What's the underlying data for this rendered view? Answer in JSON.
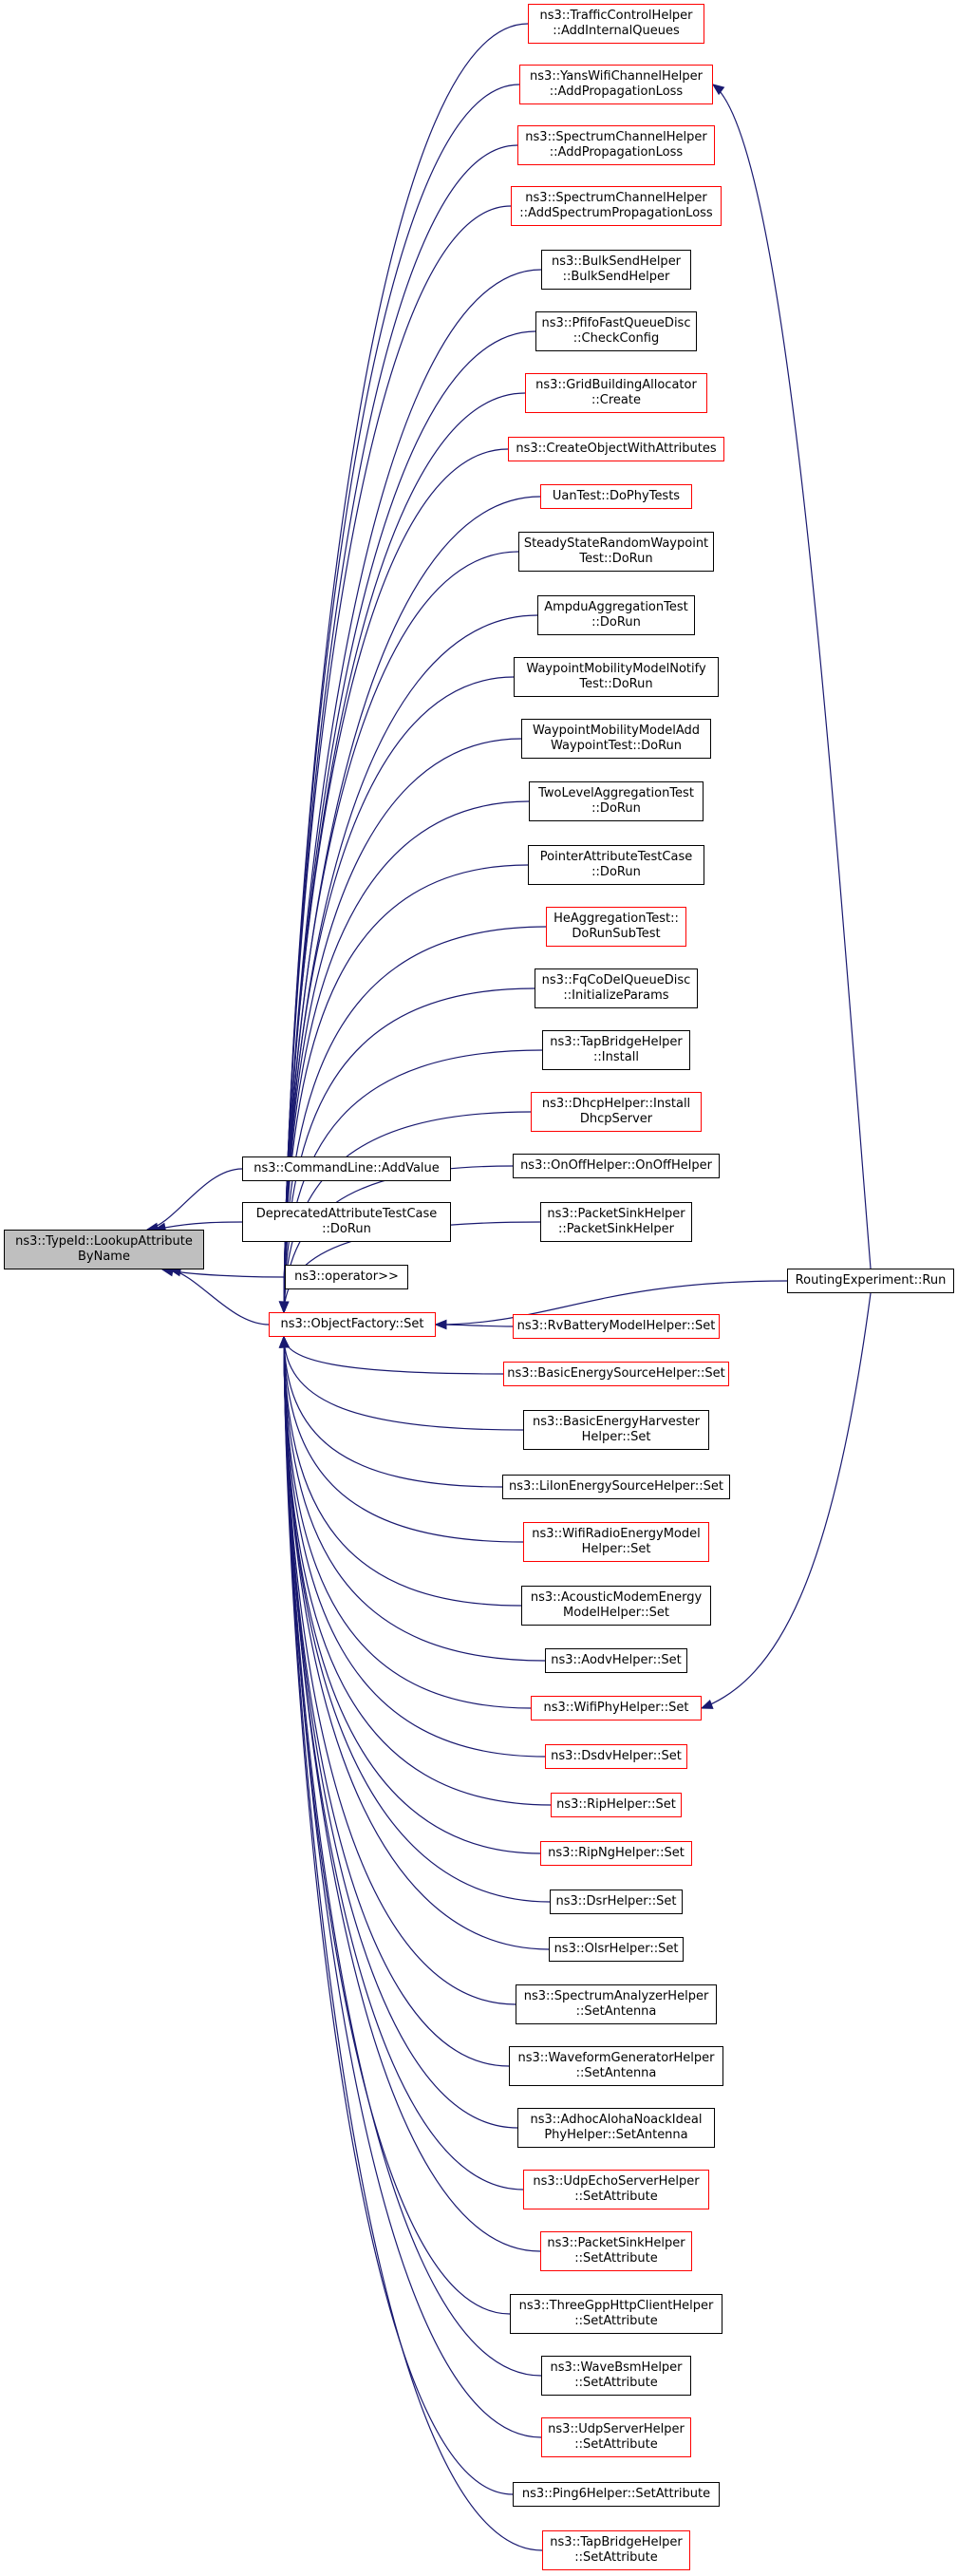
{
  "diagram": {
    "edge_color": "#191970",
    "red_border_color": "#ff0000",
    "focus_fill": "#bfbfbf",
    "focus": {
      "id": "focus",
      "label": "ns3::TypeId::LookupAttribute\nByName"
    },
    "nodes": [
      {
        "id": "tch",
        "label": "ns3::TrafficControlHelper\n::AddInternalQueues",
        "red": true
      },
      {
        "id": "yans",
        "label": "ns3::YansWifiChannelHelper\n::AddPropagationLoss",
        "red": true
      },
      {
        "id": "spch1",
        "label": "ns3::SpectrumChannelHelper\n::AddPropagationLoss",
        "red": true
      },
      {
        "id": "spch2",
        "label": "ns3::SpectrumChannelHelper\n::AddSpectrumPropagationLoss",
        "red": true
      },
      {
        "id": "bulk",
        "label": "ns3::BulkSendHelper\n::BulkSendHelper",
        "red": false
      },
      {
        "id": "pfifo",
        "label": "ns3::PfifoFastQueueDisc\n::CheckConfig",
        "red": false
      },
      {
        "id": "grid",
        "label": "ns3::GridBuildingAllocator\n::Create",
        "red": true
      },
      {
        "id": "cowa",
        "label": "ns3::CreateObjectWithAttributes",
        "red": true
      },
      {
        "id": "uan",
        "label": "UanTest::DoPhyTests",
        "red": true
      },
      {
        "id": "ssrw",
        "label": "SteadyStateRandomWaypoint\nTest::DoRun",
        "red": false
      },
      {
        "id": "ampdu",
        "label": "AmpduAggregationTest\n::DoRun",
        "red": false
      },
      {
        "id": "wmmn",
        "label": "WaypointMobilityModelNotify\nTest::DoRun",
        "red": false
      },
      {
        "id": "wmma",
        "label": "WaypointMobilityModelAdd\nWaypointTest::DoRun",
        "red": false
      },
      {
        "id": "twolevel",
        "label": "TwoLevelAggregationTest\n::DoRun",
        "red": false
      },
      {
        "id": "pointer",
        "label": "PointerAttributeTestCase\n::DoRun",
        "red": false
      },
      {
        "id": "heagg",
        "label": "HeAggregationTest::\nDoRunSubTest",
        "red": true
      },
      {
        "id": "fqcodel",
        "label": "ns3::FqCoDelQueueDisc\n::InitializeParams",
        "red": false
      },
      {
        "id": "tapinst",
        "label": "ns3::TapBridgeHelper\n::Install",
        "red": false
      },
      {
        "id": "dhcp",
        "label": "ns3::DhcpHelper::Install\nDhcpServer",
        "red": true
      },
      {
        "id": "onoff",
        "label": "ns3::OnOffHelper::OnOffHelper",
        "red": false
      },
      {
        "id": "pktsinkh",
        "label": "ns3::PacketSinkHelper\n::PacketSinkHelper",
        "red": false
      },
      {
        "id": "cmdline",
        "label": "ns3::CommandLine::AddValue",
        "red": false
      },
      {
        "id": "deprec",
        "label": "DeprecatedAttributeTestCase\n::DoRun",
        "red": false
      },
      {
        "id": "operator",
        "label": "ns3::operator>>",
        "red": false
      },
      {
        "id": "ofset",
        "label": "ns3::ObjectFactory::Set",
        "red": true
      },
      {
        "id": "routing",
        "label": "RoutingExperiment::Run",
        "red": false
      },
      {
        "id": "rvbat",
        "label": "ns3::RvBatteryModelHelper::Set",
        "red": true
      },
      {
        "id": "basicsrc",
        "label": "ns3::BasicEnergySourceHelper::Set",
        "red": true
      },
      {
        "id": "basicharv",
        "label": "ns3::BasicEnergyHarvester\nHelper::Set",
        "red": false
      },
      {
        "id": "liion",
        "label": "ns3::LiIonEnergySourceHelper::Set",
        "red": false
      },
      {
        "id": "wifiradio",
        "label": "ns3::WifiRadioEnergyModel\nHelper::Set",
        "red": true
      },
      {
        "id": "acoustic",
        "label": "ns3::AcousticModemEnergy\nModelHelper::Set",
        "red": false
      },
      {
        "id": "aodv",
        "label": "ns3::AodvHelper::Set",
        "red": false
      },
      {
        "id": "wifiphy",
        "label": "ns3::WifiPhyHelper::Set",
        "red": true
      },
      {
        "id": "dsdv",
        "label": "ns3::DsdvHelper::Set",
        "red": true
      },
      {
        "id": "rip",
        "label": "ns3::RipHelper::Set",
        "red": true
      },
      {
        "id": "ripng",
        "label": "ns3::RipNgHelper::Set",
        "red": true
      },
      {
        "id": "dsr",
        "label": "ns3::DsrHelper::Set",
        "red": false
      },
      {
        "id": "olsr",
        "label": "ns3::OlsrHelper::Set",
        "red": false
      },
      {
        "id": "specana",
        "label": "ns3::SpectrumAnalyzerHelper\n::SetAntenna",
        "red": false
      },
      {
        "id": "wavegen",
        "label": "ns3::WaveformGeneratorHelper\n::SetAntenna",
        "red": false
      },
      {
        "id": "adhoc",
        "label": "ns3::AdhocAlohaNoackIdeal\nPhyHelper::SetAntenna",
        "red": false
      },
      {
        "id": "udpecho",
        "label": "ns3::UdpEchoServerHelper\n::SetAttribute",
        "red": true
      },
      {
        "id": "pktsinkattr",
        "label": "ns3::PacketSinkHelper\n::SetAttribute",
        "red": true
      },
      {
        "id": "threegpp",
        "label": "ns3::ThreeGppHttpClientHelper\n::SetAttribute",
        "red": false
      },
      {
        "id": "wavebsm",
        "label": "ns3::WaveBsmHelper\n::SetAttribute",
        "red": false
      },
      {
        "id": "udpserver",
        "label": "ns3::UdpServerHelper\n::SetAttribute",
        "red": true
      },
      {
        "id": "ping6",
        "label": "ns3::Ping6Helper::SetAttribute",
        "red": false
      },
      {
        "id": "tapattr",
        "label": "ns3::TapBridgeHelper\n::SetAttribute",
        "red": true
      }
    ],
    "edges": [
      {
        "from": "cmdline",
        "to": "focus"
      },
      {
        "from": "deprec",
        "to": "focus"
      },
      {
        "from": "operator",
        "to": "focus"
      },
      {
        "from": "ofset",
        "to": "focus"
      },
      {
        "from": "tch",
        "to": "ofset"
      },
      {
        "from": "yans",
        "to": "ofset"
      },
      {
        "from": "spch1",
        "to": "ofset"
      },
      {
        "from": "spch2",
        "to": "ofset"
      },
      {
        "from": "bulk",
        "to": "ofset"
      },
      {
        "from": "pfifo",
        "to": "ofset"
      },
      {
        "from": "grid",
        "to": "ofset"
      },
      {
        "from": "cowa",
        "to": "ofset"
      },
      {
        "from": "uan",
        "to": "ofset"
      },
      {
        "from": "ssrw",
        "to": "ofset"
      },
      {
        "from": "ampdu",
        "to": "ofset"
      },
      {
        "from": "wmmn",
        "to": "ofset"
      },
      {
        "from": "wmma",
        "to": "ofset"
      },
      {
        "from": "twolevel",
        "to": "ofset"
      },
      {
        "from": "pointer",
        "to": "ofset"
      },
      {
        "from": "heagg",
        "to": "ofset"
      },
      {
        "from": "fqcodel",
        "to": "ofset"
      },
      {
        "from": "tapinst",
        "to": "ofset"
      },
      {
        "from": "dhcp",
        "to": "ofset"
      },
      {
        "from": "onoff",
        "to": "ofset"
      },
      {
        "from": "pktsinkh",
        "to": "ofset"
      },
      {
        "from": "routing",
        "to": "ofset"
      },
      {
        "from": "routing",
        "to": "yans"
      },
      {
        "from": "routing",
        "to": "wifiphy"
      },
      {
        "from": "rvbat",
        "to": "ofset"
      },
      {
        "from": "basicsrc",
        "to": "ofset"
      },
      {
        "from": "basicharv",
        "to": "ofset"
      },
      {
        "from": "liion",
        "to": "ofset"
      },
      {
        "from": "wifiradio",
        "to": "ofset"
      },
      {
        "from": "acoustic",
        "to": "ofset"
      },
      {
        "from": "aodv",
        "to": "ofset"
      },
      {
        "from": "wifiphy",
        "to": "ofset"
      },
      {
        "from": "dsdv",
        "to": "ofset"
      },
      {
        "from": "rip",
        "to": "ofset"
      },
      {
        "from": "ripng",
        "to": "ofset"
      },
      {
        "from": "dsr",
        "to": "ofset"
      },
      {
        "from": "olsr",
        "to": "ofset"
      },
      {
        "from": "specana",
        "to": "ofset"
      },
      {
        "from": "wavegen",
        "to": "ofset"
      },
      {
        "from": "adhoc",
        "to": "ofset"
      },
      {
        "from": "udpecho",
        "to": "ofset"
      },
      {
        "from": "pktsinkattr",
        "to": "ofset"
      },
      {
        "from": "threegpp",
        "to": "ofset"
      },
      {
        "from": "wavebsm",
        "to": "ofset"
      },
      {
        "from": "udpserver",
        "to": "ofset"
      },
      {
        "from": "ping6",
        "to": "ofset"
      },
      {
        "from": "tapattr",
        "to": "ofset"
      }
    ]
  }
}
